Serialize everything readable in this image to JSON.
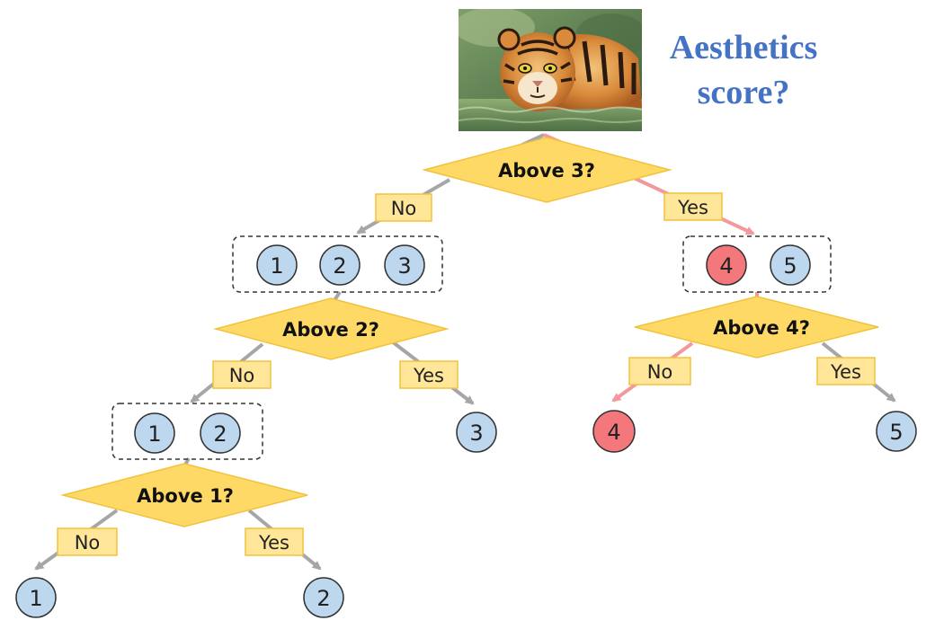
{
  "title": {
    "line1": "Aesthetics",
    "line2": "score?"
  },
  "photo": {
    "subject": "tiger"
  },
  "colors": {
    "title": "#4472C4",
    "node_blue": "#BDD7EE",
    "node_red": "#F4777B",
    "decision": "#FFD966",
    "label_fill": "#FFE699",
    "label_border": "#F2C23C",
    "arrow_gray": "#A6A6A6",
    "arrow_red": "#F4999B"
  },
  "decisions": {
    "root": "Above 3?",
    "left": "Above 2?",
    "right": "Above 4?",
    "leftleft": "Above 1?"
  },
  "labels": {
    "no": "No",
    "yes": "Yes"
  },
  "groups": {
    "root_left": [
      "1",
      "2",
      "3"
    ],
    "root_right": [
      "4",
      "5"
    ],
    "left_left": [
      "1",
      "2"
    ]
  },
  "leaves": {
    "a": "1",
    "b": "2",
    "c": "3",
    "d": "4",
    "e": "5"
  },
  "highlighted_path": [
    "Above 3? → Yes",
    "4",
    "Above 4? → No",
    "4"
  ]
}
